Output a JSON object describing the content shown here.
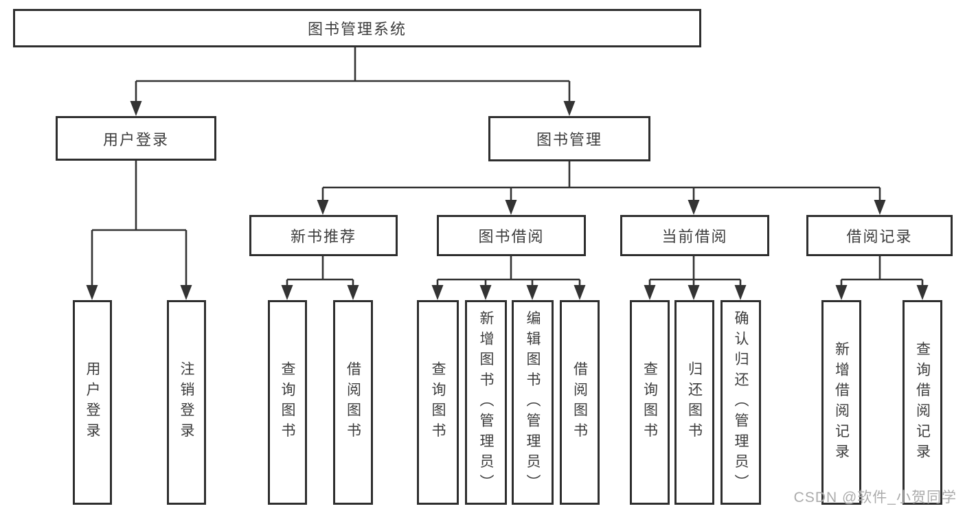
{
  "diagram": {
    "type": "tree",
    "colors": {
      "line": "#333333",
      "border": "#2e2e2e",
      "text": "#3c3c3c",
      "background": "#ffffff",
      "watermark": "#ababab"
    },
    "nodes": {
      "root": {
        "label": "图书管理系统"
      },
      "level2": [
        {
          "label": "用户登录"
        },
        {
          "label": "图书管理"
        }
      ],
      "level3": [
        {
          "label": "新书推荐"
        },
        {
          "label": "图书借阅"
        },
        {
          "label": "当前借阅"
        },
        {
          "label": "借阅记录"
        }
      ],
      "leaves": {
        "user_login": [
          {
            "label": "用户登录"
          },
          {
            "label": "注销登录"
          }
        ],
        "new_book_recommend": [
          {
            "label": "查询图书"
          },
          {
            "label": "借阅图书"
          }
        ],
        "book_borrow": [
          {
            "label": "查询图书"
          },
          {
            "label": "新增图书（管理员）"
          },
          {
            "label": "编辑图书（管理员）"
          },
          {
            "label": "借阅图书"
          }
        ],
        "current_borrow": [
          {
            "label": "查询图书"
          },
          {
            "label": "归还图书"
          },
          {
            "label": "确认归还（管理员）"
          }
        ],
        "borrow_records": [
          {
            "label": "新增借阅记录"
          },
          {
            "label": "查询借阅记录"
          }
        ]
      }
    },
    "watermark": "CSDN @软件_小贺同学"
  }
}
